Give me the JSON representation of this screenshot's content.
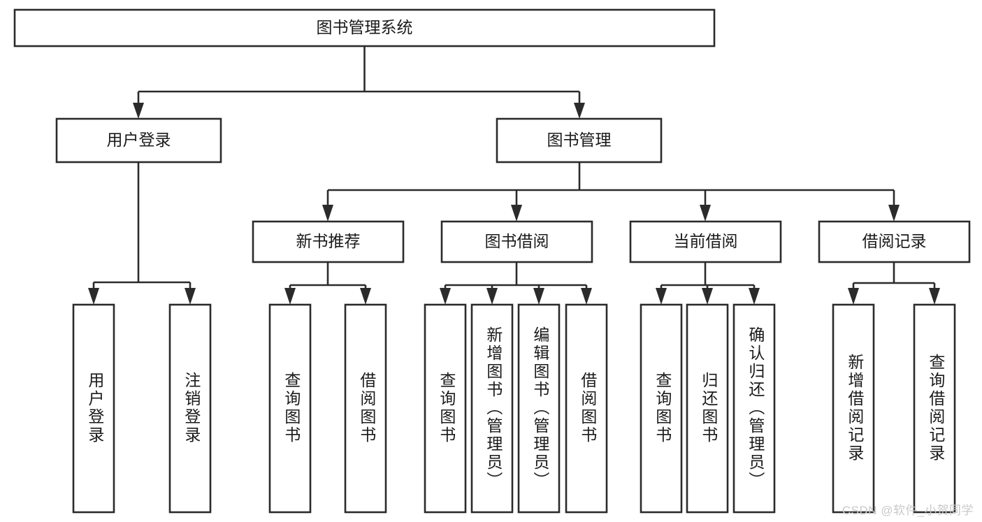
{
  "diagram": {
    "type": "tree-hierarchy-flowchart",
    "title": "图书管理系统",
    "watermark": "CSDN @软件_小贺同学",
    "colors": {
      "stroke": "#2b2b2b",
      "fill": "#ffffff",
      "text": "#1a1a1a",
      "watermark": "#c9c9c9"
    },
    "nodes": {
      "root": {
        "label": "图书管理系统",
        "orientation": "horizontal"
      },
      "level2": [
        {
          "id": "user-login",
          "label": "用户登录",
          "orientation": "horizontal"
        },
        {
          "id": "book-management",
          "label": "图书管理",
          "orientation": "horizontal"
        }
      ],
      "level3": [
        {
          "id": "new-book-recommend",
          "label": "新书推荐",
          "orientation": "horizontal"
        },
        {
          "id": "book-borrow",
          "label": "图书借阅",
          "orientation": "horizontal"
        },
        {
          "id": "current-borrow",
          "label": "当前借阅",
          "orientation": "horizontal"
        },
        {
          "id": "borrow-record",
          "label": "借阅记录",
          "orientation": "horizontal"
        }
      ],
      "leaves": [
        {
          "id": "leaf-user-login",
          "parent": "user-login",
          "label": "用户登录",
          "orientation": "vertical"
        },
        {
          "id": "leaf-logout-login",
          "parent": "user-login",
          "label": "注销登录",
          "orientation": "vertical"
        },
        {
          "id": "leaf-query-book-1",
          "parent": "new-book-recommend",
          "label": "查询图书",
          "orientation": "vertical"
        },
        {
          "id": "leaf-borrow-book-1",
          "parent": "new-book-recommend",
          "label": "借阅图书",
          "orientation": "vertical"
        },
        {
          "id": "leaf-query-book-2",
          "parent": "book-borrow",
          "label": "查询图书",
          "orientation": "vertical"
        },
        {
          "id": "leaf-add-book",
          "parent": "book-borrow",
          "label": "新增图书（管理员）",
          "orientation": "vertical"
        },
        {
          "id": "leaf-edit-book",
          "parent": "book-borrow",
          "label": "编辑图书（管理员）",
          "orientation": "vertical"
        },
        {
          "id": "leaf-borrow-book-2",
          "parent": "book-borrow",
          "label": "借阅图书",
          "orientation": "vertical"
        },
        {
          "id": "leaf-query-book-3",
          "parent": "current-borrow",
          "label": "查询图书",
          "orientation": "vertical"
        },
        {
          "id": "leaf-return-book",
          "parent": "current-borrow",
          "label": "归还图书",
          "orientation": "vertical"
        },
        {
          "id": "leaf-confirm-return",
          "parent": "current-borrow",
          "label": "确认归还（管理员）",
          "orientation": "vertical"
        },
        {
          "id": "leaf-add-record",
          "parent": "borrow-record",
          "label": "新增借阅记录",
          "orientation": "vertical"
        },
        {
          "id": "leaf-query-record",
          "parent": "borrow-record",
          "label": "查询借阅记录",
          "orientation": "vertical"
        }
      ]
    }
  }
}
